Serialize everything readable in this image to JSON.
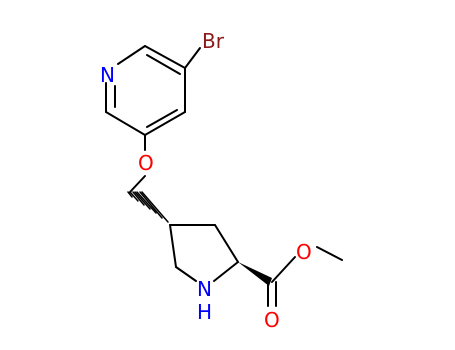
{
  "molecule": {
    "atoms": {
      "bromine": "Br",
      "pyridine_nitrogen": "N",
      "ether_oxygen": "O",
      "ester_oxygen": "O",
      "carbonyl_oxygen": "O",
      "amine_nitrogen": "N",
      "amine_hydrogen": "H"
    },
    "colors": {
      "bond": "#000000",
      "bromine": "#8b1a1a",
      "nitrogen": "#0000ff",
      "oxygen": "#ff0000"
    }
  }
}
